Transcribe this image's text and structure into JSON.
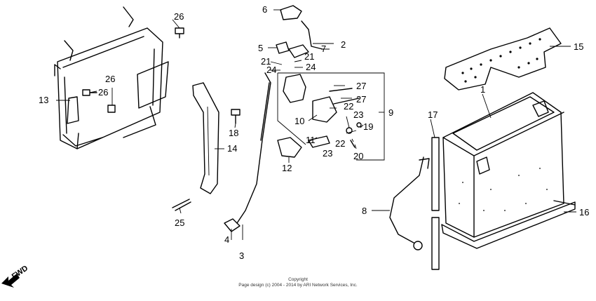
{
  "callouts": [
    {
      "id": "c1",
      "text": "1"
    },
    {
      "id": "c2",
      "text": "2"
    },
    {
      "id": "c3",
      "text": "3"
    },
    {
      "id": "c4",
      "text": "4"
    },
    {
      "id": "c5",
      "text": "5"
    },
    {
      "id": "c6",
      "text": "6"
    },
    {
      "id": "c7",
      "text": "7"
    },
    {
      "id": "c8",
      "text": "8"
    },
    {
      "id": "c9",
      "text": "9"
    },
    {
      "id": "c10",
      "text": "10"
    },
    {
      "id": "c11",
      "text": "11"
    },
    {
      "id": "c12",
      "text": "12"
    },
    {
      "id": "c13",
      "text": "13"
    },
    {
      "id": "c14",
      "text": "14"
    },
    {
      "id": "c15",
      "text": "15"
    },
    {
      "id": "c16",
      "text": "16"
    },
    {
      "id": "c17",
      "text": "17"
    },
    {
      "id": "c18",
      "text": "18"
    },
    {
      "id": "c19",
      "text": "19"
    },
    {
      "id": "c20",
      "text": "20"
    },
    {
      "id": "c21a",
      "text": "21"
    },
    {
      "id": "c21b",
      "text": "21"
    },
    {
      "id": "c22a",
      "text": "22"
    },
    {
      "id": "c22b",
      "text": "22"
    },
    {
      "id": "c23a",
      "text": "23"
    },
    {
      "id": "c23b",
      "text": "23"
    },
    {
      "id": "c24a",
      "text": "24"
    },
    {
      "id": "c24b",
      "text": "24"
    },
    {
      "id": "c25",
      "text": "25"
    },
    {
      "id": "c26a",
      "text": "26"
    },
    {
      "id": "c26b",
      "text": "26"
    },
    {
      "id": "c26c",
      "text": "26"
    },
    {
      "id": "c27a",
      "text": "27"
    },
    {
      "id": "c27b",
      "text": "27"
    }
  ],
  "direction_label": "FWD",
  "copyright": {
    "line1": "Copyright",
    "line2": "Page design (c) 2004 - 2014 by ARI Network Services, Inc."
  }
}
